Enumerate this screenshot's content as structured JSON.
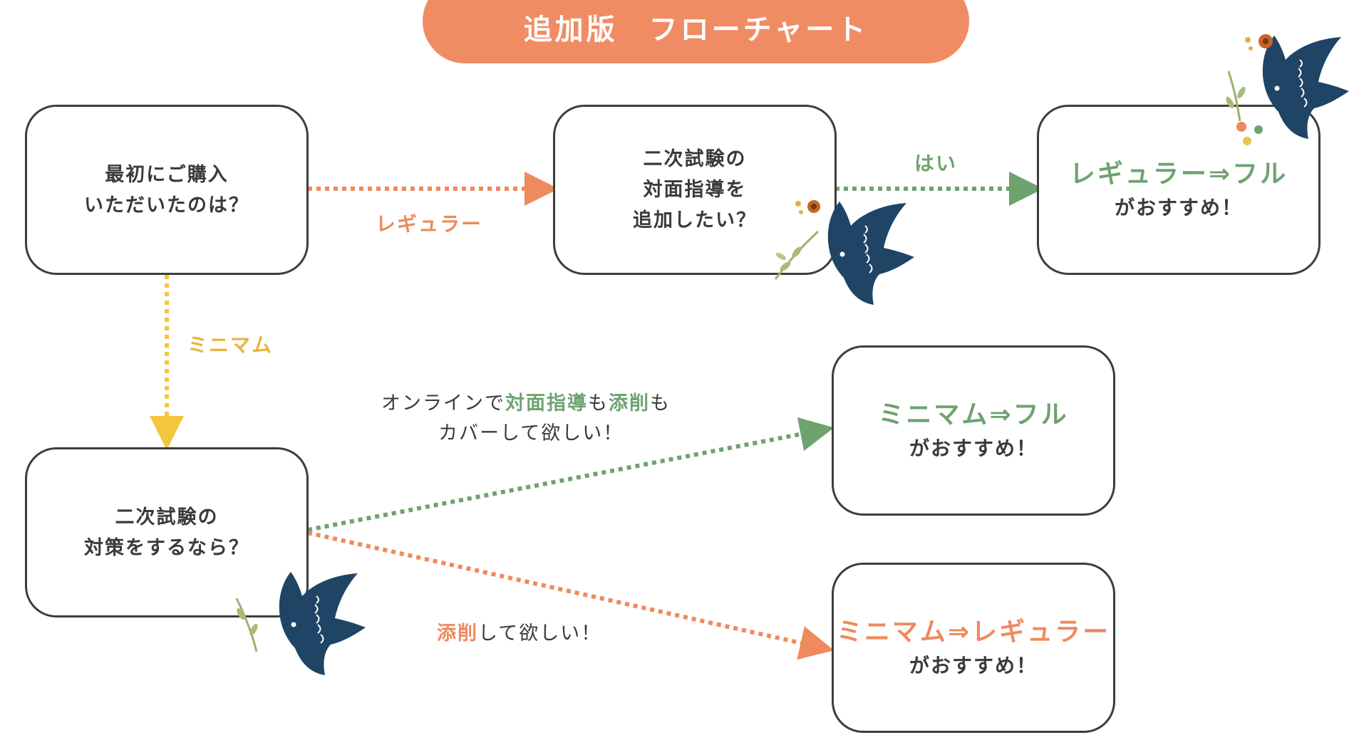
{
  "title": "追加版　フローチャート",
  "start_box": {
    "lines": [
      "最初にご購入",
      "いただいたのは？"
    ]
  },
  "add_box": {
    "lines": [
      "二次試験の",
      "対面指導を",
      "追加したい？"
    ]
  },
  "result_regular_full": {
    "main": "レギュラー⇒フル",
    "sub": "がおすすめ！"
  },
  "minimum_box": {
    "lines": [
      "二次試験の",
      "対策をするなら？"
    ]
  },
  "result_minimum_full": {
    "main": "ミニマム⇒フル",
    "sub": "がおすすめ！"
  },
  "result_minimum_regular": {
    "main": "ミニマム⇒レギュラー",
    "sub": "がおすすめ！"
  },
  "labels": {
    "regular": "レギュラー",
    "yes": "はい",
    "minimum": "ミニマム"
  },
  "note_full": {
    "line1_a": "オンラインで",
    "line1_b": "対面指導",
    "line1_c": "も",
    "line1_d": "添削",
    "line1_e": "も",
    "line2": "カバーして欲しい！"
  },
  "note_regular": {
    "a": "添削",
    "b": "して欲しい！"
  },
  "colors": {
    "title_bg": "#f08c63",
    "orange": "#ee8a5e",
    "green": "#6ea36f",
    "yellow": "#f4c63d",
    "bird": "#1f4466"
  }
}
